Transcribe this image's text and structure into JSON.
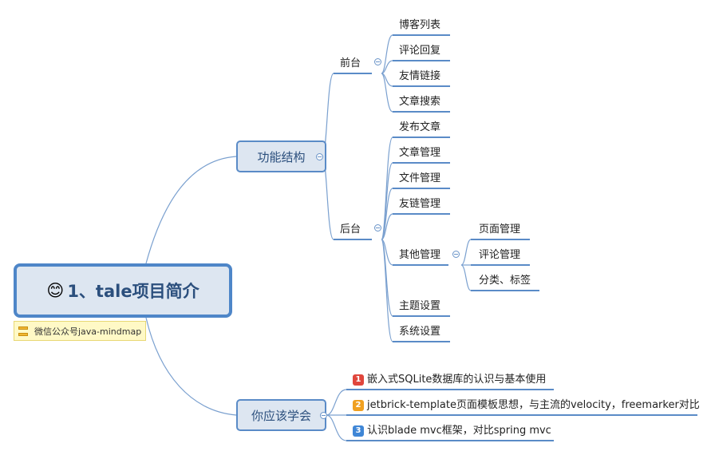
{
  "root": {
    "emoji": "😊",
    "title": "1、tale项目简介"
  },
  "note": {
    "text": "微信公众号java-mindmap"
  },
  "branches": {
    "func": {
      "label": "功能结构"
    },
    "learn": {
      "label": "你应该学会"
    }
  },
  "front": {
    "label": "前台",
    "items": [
      "博客列表",
      "评论回复",
      "友情链接",
      "文章搜索"
    ]
  },
  "back": {
    "label": "后台",
    "items": [
      "发布文章",
      "文章管理",
      "文件管理",
      "友链管理",
      "其他管理",
      "主题设置",
      "系统设置"
    ]
  },
  "other": {
    "items": [
      "页面管理",
      "评论管理",
      "分类、标签"
    ]
  },
  "learn_items": [
    {
      "num": "1",
      "color": "#e0463c",
      "text": "嵌入式SQLite数据库的认识与基本使用"
    },
    {
      "num": "2",
      "color": "#f0a020",
      "text": "jetbrick-template页面模板思想，与主流的velocity，freemarker对比"
    },
    {
      "num": "3",
      "color": "#3f86d6",
      "text": "认识blade mvc框架，对比spring mvc"
    }
  ],
  "colors": {
    "line": "#6a94c8",
    "accent": "#4e86c8"
  }
}
